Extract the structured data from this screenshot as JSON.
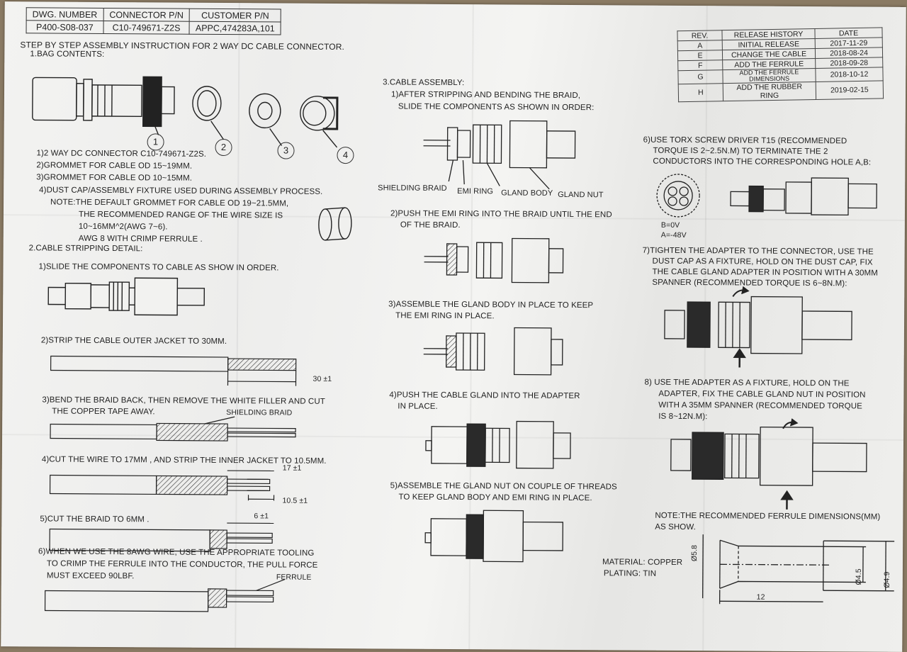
{
  "header": {
    "col_labels": [
      "DWG. NUMBER",
      "CONNECTOR P/N",
      "CUSTOMER P/N"
    ],
    "col_values": [
      "P400-S08-037",
      "C10-749671-Z2S",
      "APPC,474283A,101"
    ]
  },
  "title": "STEP BY STEP ASSEMBLY INSTRUCTION FOR 2 WAY DC CABLE CONNECTOR.",
  "release": {
    "headers": [
      "REV.",
      "RELEASE HISTORY",
      "DATE"
    ],
    "rows": [
      {
        "rev": "A",
        "desc": "INITIAL RELEASE",
        "date": "2017-11-29"
      },
      {
        "rev": "E",
        "desc": "CHANGE THE CABLE",
        "date": "2018-08-24"
      },
      {
        "rev": "F",
        "desc": "ADD THE FERRULE",
        "date": "2018-09-28"
      },
      {
        "rev": "G",
        "desc": "ADD THE FERRULE DIMENSIONS",
        "date": "2018-10-12"
      },
      {
        "rev": "H",
        "desc": "ADD THE RUBBER RING",
        "date": "2019-02-15"
      }
    ]
  },
  "bag": {
    "heading": "1.BAG CONTENTS:",
    "numbers": [
      "1",
      "2",
      "3",
      "4"
    ],
    "items": [
      "1)2 WAY DC CONNECTOR C10-749671-Z2S.",
      "2)GROMMET FOR CABLE OD 15~19MM.",
      "3)GROMMET FOR CABLE OD 10~15MM.",
      "4)DUST CAP/ASSEMBLY FIXTURE USED DURING  ASSEMBLY PROCESS."
    ],
    "note": [
      "NOTE:THE DEFAULT GROMMET FOR CABLE OD 19~21.5MM,",
      "THE RECOMMENDED RANGE OF THE WIRE SIZE IS",
      "10~16MM^2(AWG 7~6).",
      "AWG 8 WITH CRIMP FERRULE ."
    ]
  },
  "strip": {
    "heading": "2.CABLE STRIPPING DETAIL:",
    "s1": "1)SLIDE THE COMPONENTS TO CABLE AS SHOW IN ORDER.",
    "s2": "2)STRIP THE CABLE OUTER JACKET TO 30mm.",
    "d30": "30 ±1",
    "s3a": "3)BEND THE BRAID BACK, THEN REMOVE THE WHITE FILLER AND CUT",
    "s3b": "THE COPPER TAPE AWAY.",
    "shield": "SHIELDING BRAID",
    "s4": "4)CUT THE WIRE TO 17mm , AND STRIP THE INNER JACKET TO 10.5mm.",
    "d17": "17 ±1",
    "d105": "10.5 ±1",
    "s5": "5)CUT THE BRAID TO 6mm .",
    "d6": "6 ±1",
    "s6a": "6)WHEN WE USE THE 8AWG WIRE, USE THE APPROPRIATE TOOLING",
    "s6b": "TO CRIMP THE FERRULE INTO THE  CONDUCTOR,  THE PULL FORCE",
    "s6c": "MUST EXCEED 90LBF.",
    "ferrule": "FERRULE"
  },
  "assembly": {
    "heading": "3.CABLE ASSEMBLY:",
    "a1a": "1)AFTER STRIPPING AND BENDING THE BRAID,",
    "a1b": "SLIDE THE COMPONENTS AS SHOWN IN ORDER:",
    "labels": [
      "SHIELDING BRAID",
      "EMI RING",
      "GLAND BODY",
      "GLAND NUT"
    ],
    "a2a": "2)PUSH THE EMI RING INTO THE BRAID UNTIL THE END",
    "a2b": "OF THE BRAID.",
    "a3a": "3)ASSEMBLE THE GLAND BODY IN PLACE TO KEEP",
    "a3b": "THE EMI RING IN PLACE.",
    "a4a": "4)PUSH THE CABLE GLAND INTO THE ADAPTER",
    "a4b": "IN PLACE.",
    "a5a": "5)ASSEMBLE THE GLAND NUT ON COUPLE OF THREADS",
    "a5b": "TO KEEP GLAND BODY AND EMI RING IN PLACE."
  },
  "right": {
    "r6a": "6)USE TORX SCREW DRIVER T15 (RECOMMENDED",
    "r6b": "TORQUE IS 2~2.5N.M) TO TERMINATE THE 2",
    "r6c": "CONDUCTORS INTO THE CORRESPONDING HOLE A,B:",
    "b0v": "B=0V",
    "a48": "A=-48V",
    "r7a": "7)TIGHTEN THE ADAPTER TO THE CONNECTOR, USE THE",
    "r7b": "DUST CAP AS A FIXTURE, HOLD ON THE DUST CAP, FIX",
    "r7c": "THE CABLE GLAND ADAPTER IN POSITION WITH A 30mm",
    "r7d": "SPANNER (RECOMMENDED TORQUE IS 6~8N.M):",
    "r8a": "8) USE THE ADAPTER AS A FIXTURE, HOLD ON THE",
    "r8b": "ADAPTER, FIX THE CABLE GLAND NUT IN  POSITION",
    "r8c": "WITH A 35mm SPANNER (RECOMMENDED TORQUE",
    "r8d": "IS 8~12N.M):",
    "notea": "NOTE:THE RECOMMENDED FERRULE DIMENSIONS(mm)",
    "noteb": "AS SHOW.",
    "material": "MATERIAL: COPPER",
    "plating": "PLATING: TIN",
    "dims": [
      "Ø5.8",
      "Ø4.5",
      "Ø4.9",
      "12"
    ]
  }
}
